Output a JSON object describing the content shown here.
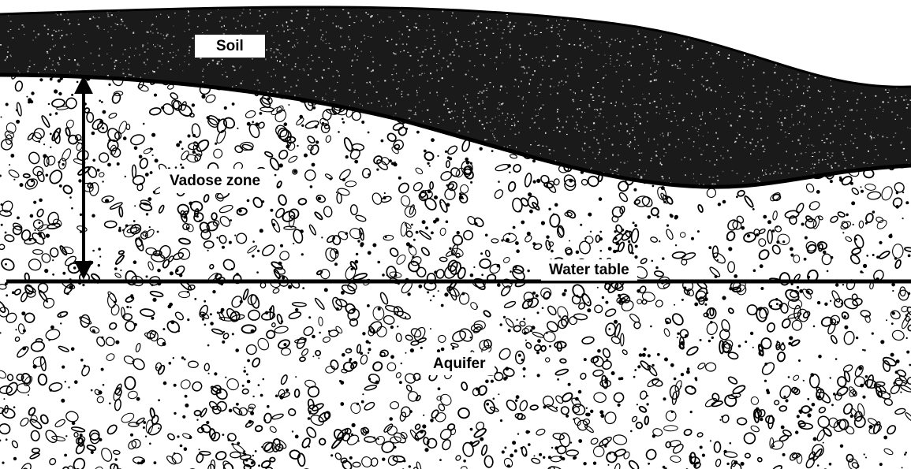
{
  "labels": {
    "soil": "Soil",
    "vadose_zone": "Vadose zone",
    "water_table": "Water table",
    "aquifer": "Aquifer"
  },
  "colors": {
    "soil_fill": "#1a1a1a",
    "soil_speckle": "#ffffff",
    "sediment_fill": "#ffffff",
    "outline": "#000000"
  }
}
